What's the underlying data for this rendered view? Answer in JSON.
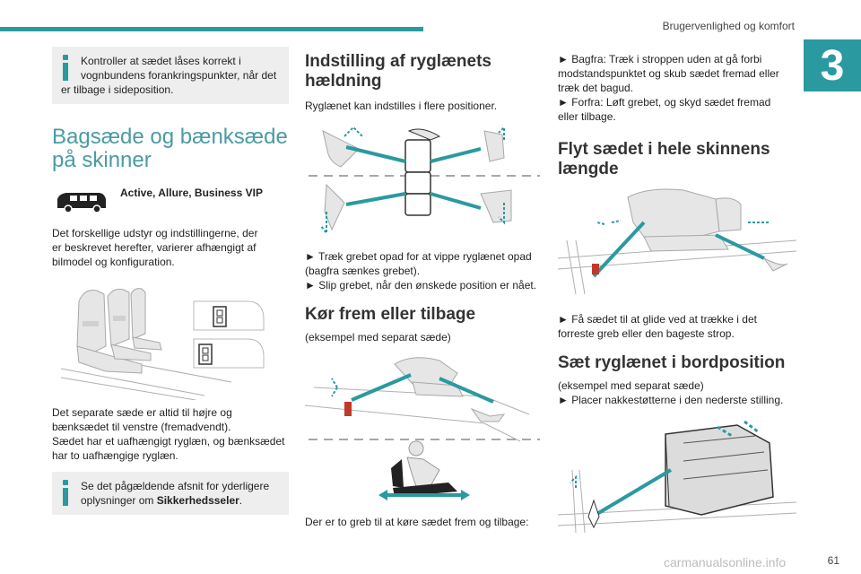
{
  "header": {
    "title": "Brugervenlighed og komfort",
    "chapter": "3",
    "page_number": "61"
  },
  "watermark": "carmanualsonline.info",
  "col1": {
    "note1": {
      "line1": "Kontroller at sædet låses korrekt i",
      "line2": "vognbundens forankringspunkter, når det",
      "line3": "er tilbage i sideposition."
    },
    "section_title_1": "Bagsæde og bænksæde",
    "section_title_2": "på skinner",
    "versions": "Active, Allure, Business VIP",
    "intro_1": "Det forskellige udstyr og indstillingerne, der",
    "intro_2": "er beskrevet herefter, varierer afhængigt af",
    "intro_3": "bilmodel og konfiguration.",
    "desc_1": "Det separate sæde er altid til højre og",
    "desc_2": "bænksædet til venstre (fremadvendt).",
    "desc_3": "Sædet har et uafhængigt ryglæn, og bænksædet",
    "desc_4": "har to uafhængige ryglæn.",
    "note2": {
      "line1": "Se det pågældende afsnit for yderligere",
      "line2_pre": "oplysninger om ",
      "line2_bold": "Sikkerhedsseler",
      "line2_post": "."
    }
  },
  "col2": {
    "title_1": "Indstilling af ryglænets",
    "title_2": "hældning",
    "intro": "Ryglænet kan indstilles i flere positioner.",
    "step1_1": "► Træk grebet opad for at vippe ryglænet opad",
    "step1_2": "(bagfra sænkes grebet).",
    "step2": "► Slip grebet, når den ønskede position er nået.",
    "title2": "Kør frem eller tilbage",
    "sub2": "(eksempel med separat sæde)",
    "footer": "Der er to greb til at køre sædet frem og tilbage:"
  },
  "col3": {
    "step1_1": "► Bagfra: Træk i stroppen uden at gå forbi",
    "step1_2": "modstandspunktet og skub sædet fremad eller",
    "step1_3": "træk det bagud.",
    "step2_1": "► Forfra: Løft grebet, og skyd sædet fremad",
    "step2_2": "eller tilbage.",
    "title1_1": "Flyt sædet i hele skinnens",
    "title1_2": "længde",
    "step3_1": "► Få sædet til at glide ved at trække i det",
    "step3_2": "forreste greb eller den bageste strop.",
    "title2": "Sæt ryglænet i bordposition",
    "sub2": "(eksempel med separat sæde)",
    "step4": "► Placer nakkestøtterne i den nederste stilling."
  },
  "colors": {
    "accent": "#2a9aa0",
    "heading": "#4a9ba3",
    "note_bg": "#eeeeee"
  }
}
